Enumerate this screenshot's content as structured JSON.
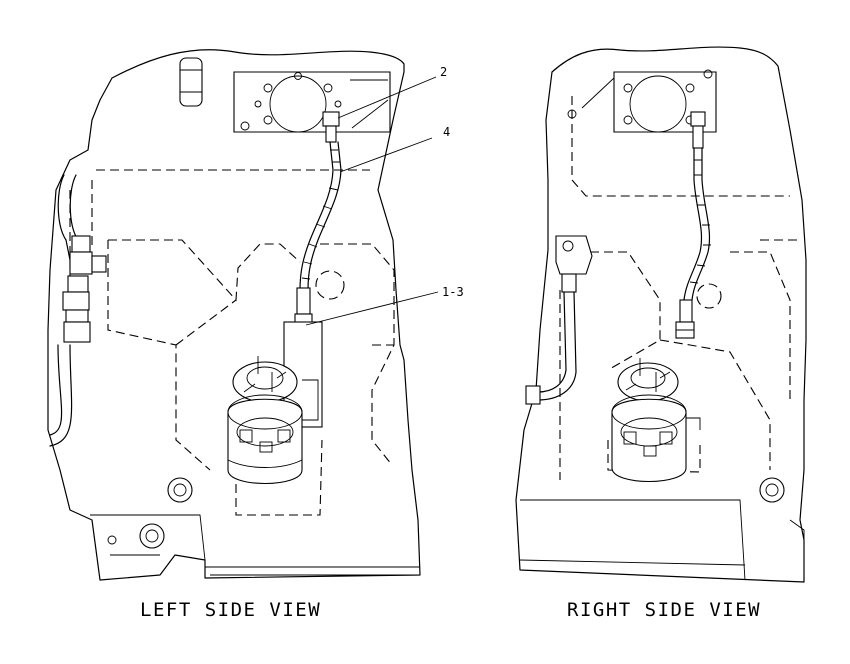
{
  "views": {
    "left": {
      "title": "LEFT SIDE VIEW"
    },
    "right": {
      "title": "RIGHT SIDE VIEW"
    }
  },
  "callouts": [
    {
      "label": "2"
    },
    {
      "label": "4"
    },
    {
      "label": "1-3"
    }
  ]
}
